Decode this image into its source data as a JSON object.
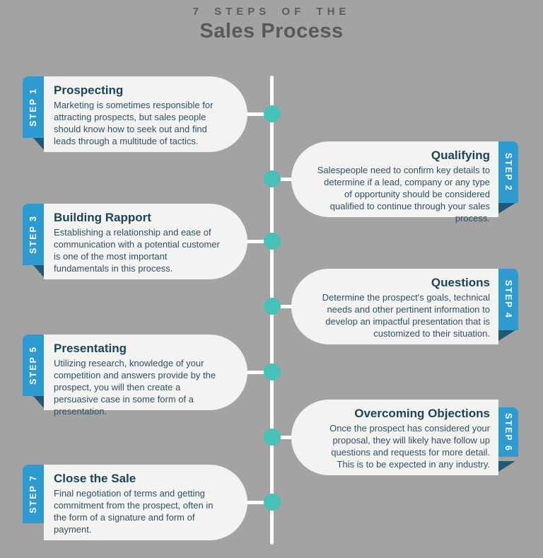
{
  "header": {
    "kicker": "7 STEPS OF THE",
    "title": "Sales Process"
  },
  "steps": [
    {
      "label": "STEP 1",
      "side": "left",
      "title": "Prospecting",
      "body": "Marketing is sometimes responsible for attracting prospects, but sales people should know how to seek out and find leads through a multitude of tactics."
    },
    {
      "label": "STEP 2",
      "side": "right",
      "title": "Qualifying",
      "body": "Salespeople need to confirm key details to determine if a lead, company or any type of opportunity should be considered qualified to continue through your sales process."
    },
    {
      "label": "STEP 3",
      "side": "left",
      "title": "Building Rapport",
      "body": "Establishing a relationship and ease of communication with a potential customer is one of the most important fundamentals in this process."
    },
    {
      "label": "STEP 4",
      "side": "right",
      "title": "Questions",
      "body": "Determine the prospect's goals, technical needs and other pertinent information to develop an impactful presentation that is customized to their situation."
    },
    {
      "label": "STEP 5",
      "side": "left",
      "title": "Presentating",
      "body": "Utilizing research, knowledge of your competition and answers provide by the prospect, you will then create a persuasive case in some form of a presentation."
    },
    {
      "label": "STEP 6",
      "side": "right",
      "title": "Overcoming Objections",
      "body": "Once the prospect has considered your proposal, they will likely have follow up questions and requests for more detail. This is to be expected in any industry."
    },
    {
      "label": "STEP 7",
      "side": "left",
      "title": "Close the Sale",
      "body": "Final negotiation of terms and getting commitment from the prospect, often in the form of a signature and form of payment."
    }
  ],
  "colors": {
    "background": "#a3a3a3",
    "card": "#f3f3f1",
    "ribbon_blue": "#2d9ad0",
    "fold_dark": "#1e5a77",
    "dot_teal": "#46c1b5",
    "timeline_white": "#ffffff",
    "heading_text": "#1c4458",
    "body_text": "#2e5267",
    "title_text": "#595959"
  }
}
